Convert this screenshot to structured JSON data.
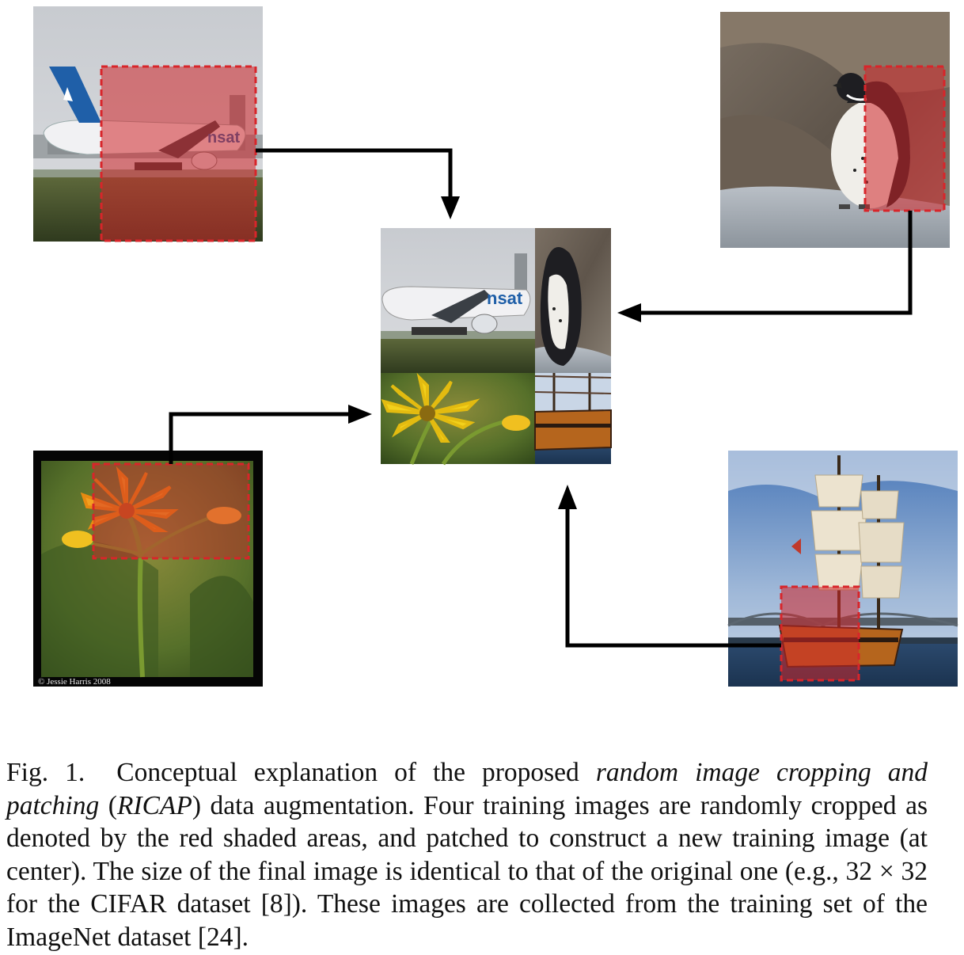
{
  "figure": {
    "panels": {
      "airplane": {
        "label": "airplane photo with red crop",
        "tail_text": "nsat"
      },
      "penguin": {
        "label": "penguin photo with red crop"
      },
      "flower": {
        "label": "flower photo with red crop",
        "credit": "© Jessie Harris 2008"
      },
      "ship": {
        "label": "tall ship photo with red crop"
      },
      "patched": {
        "label": "patched RICAP training image",
        "tail_text": "nsat"
      }
    },
    "colors": {
      "crop_fill": "#d0262a",
      "crop_border": "#d8252a",
      "arrow": "#000000"
    }
  },
  "caption": {
    "label": "Fig. 1.",
    "part1": "Conceptual explanation of the proposed ",
    "italic1": "random image cropping and patching",
    "part2": " (",
    "italic2": "RICAP",
    "part3": ") data augmentation. Four training images are randomly cropped as denoted by the red shaded areas, and patched to construct a new training image (at center). The size of the final image is identical to that of the original one (e.g., 32 × 32 for the CIFAR dataset [8]). These images are collected from the training set of the ImageNet dataset [24]."
  }
}
